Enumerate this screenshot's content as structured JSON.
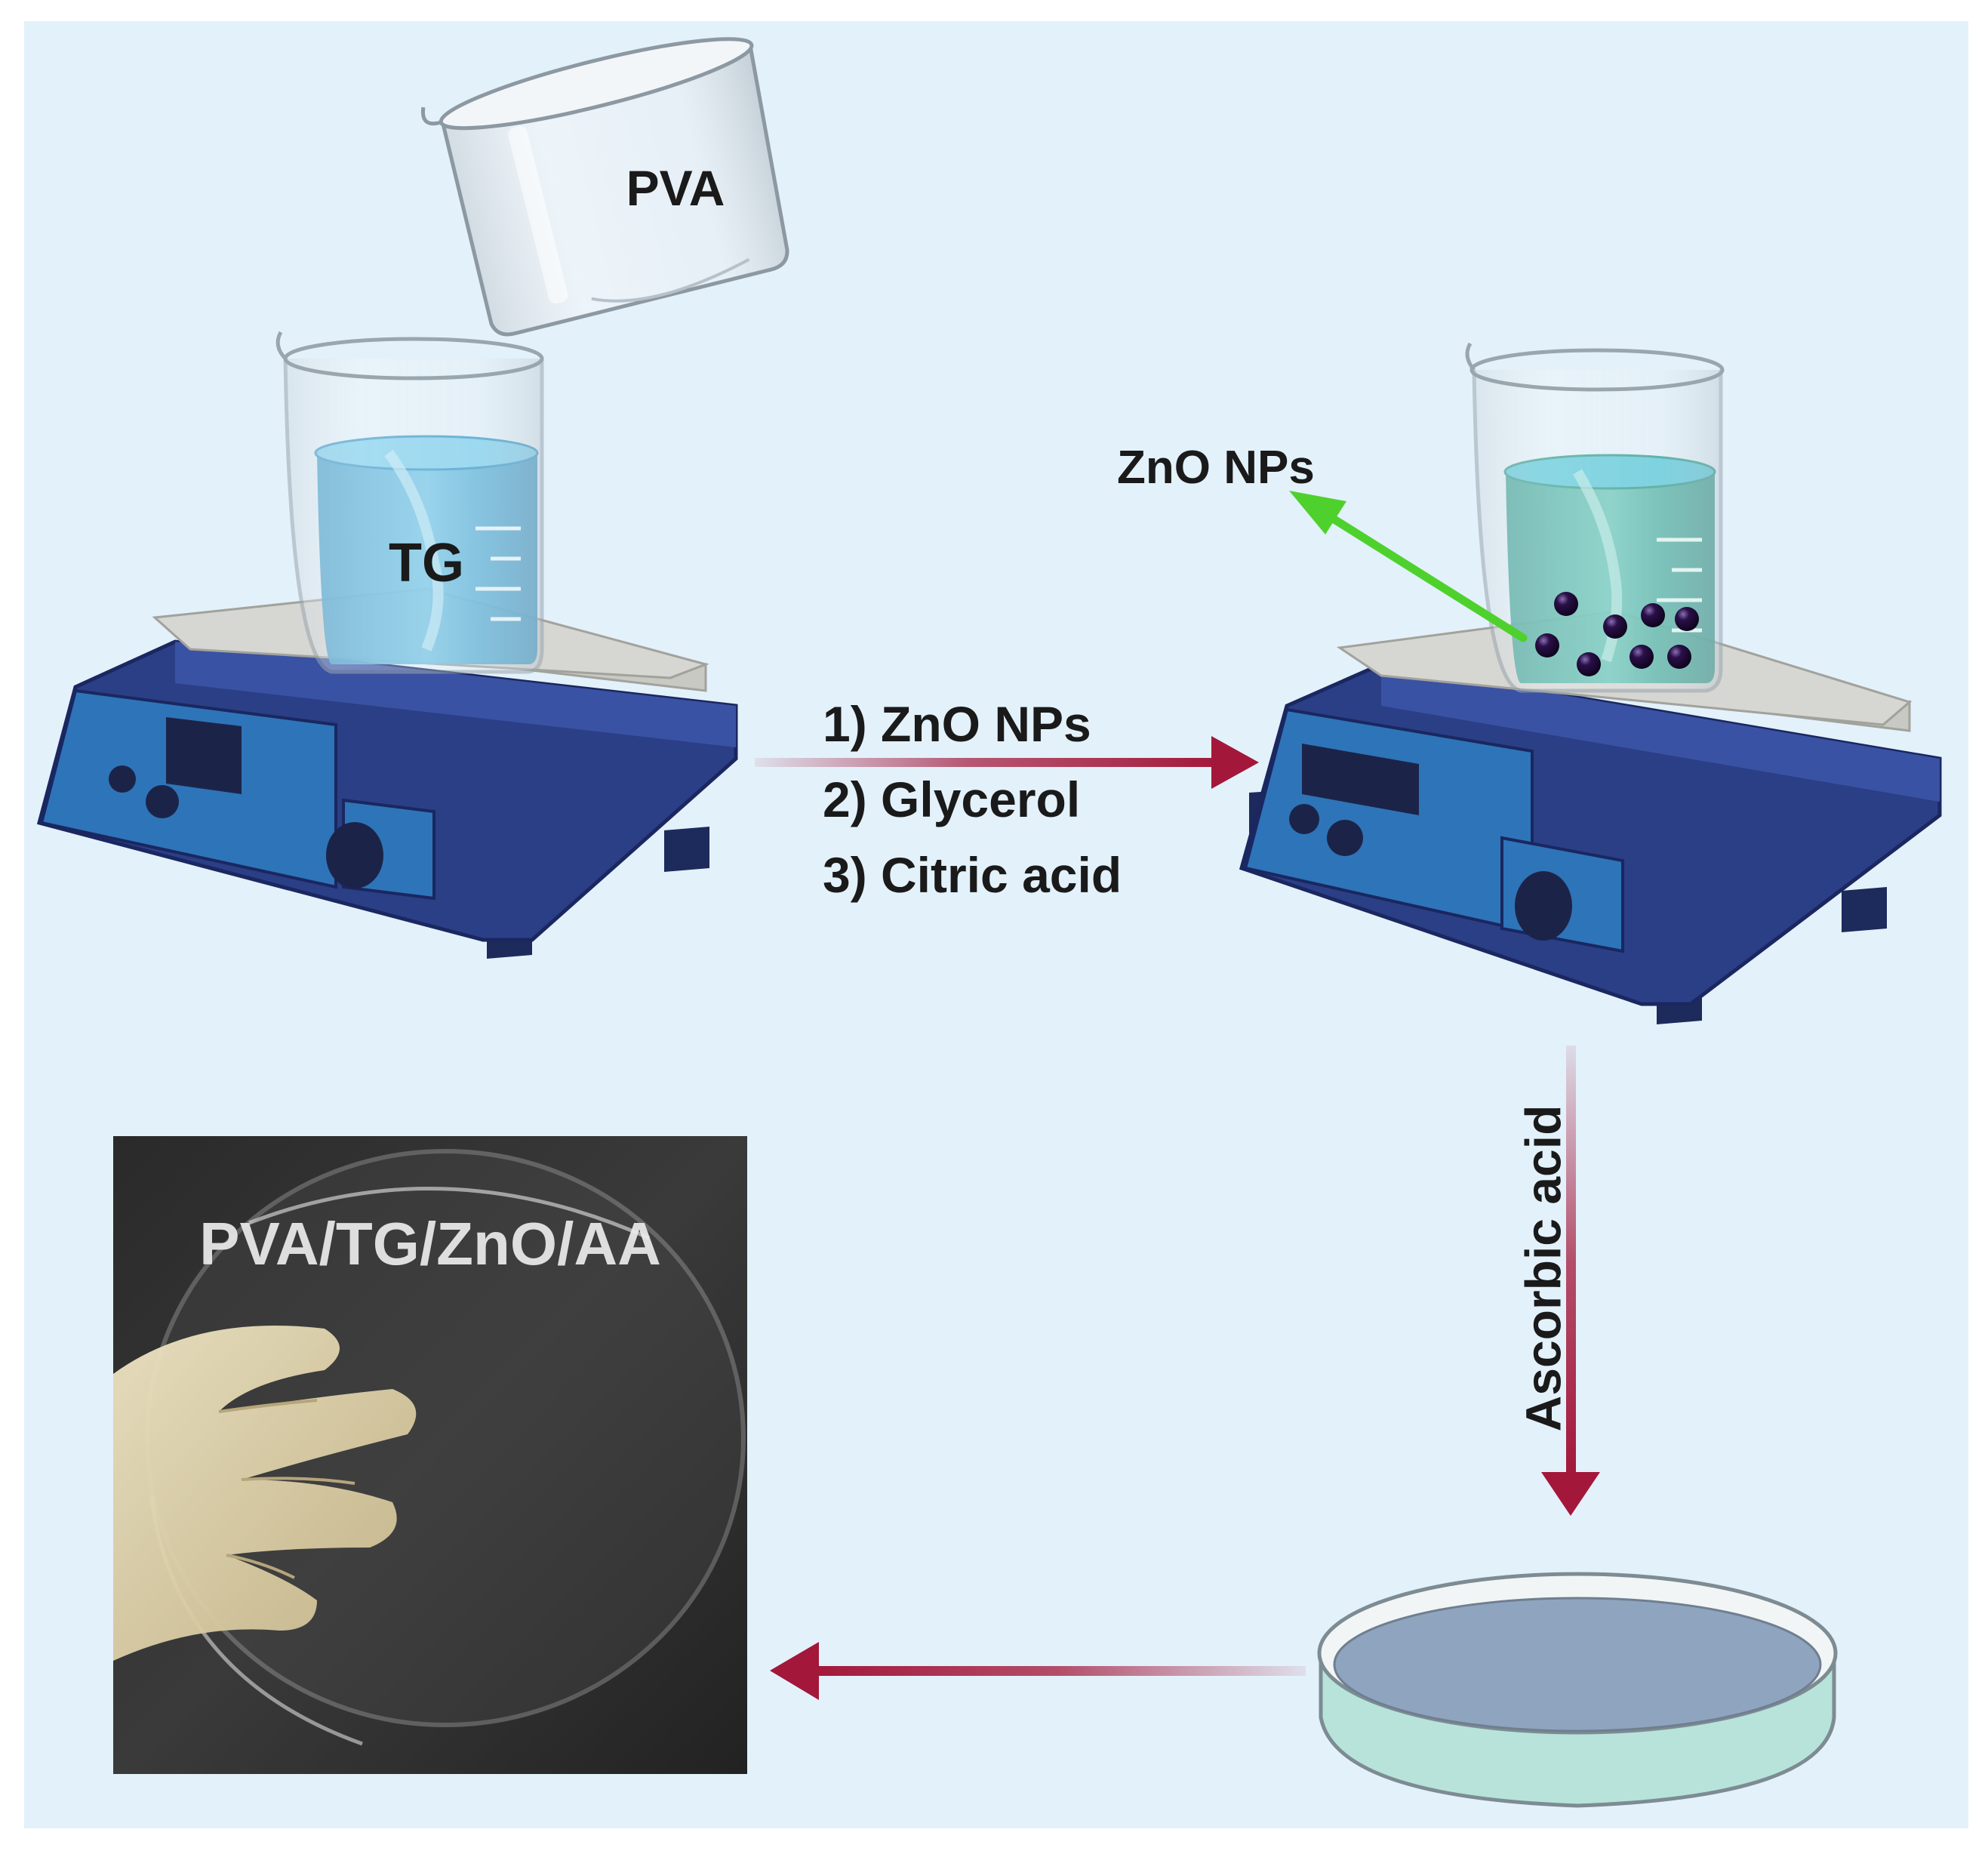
{
  "beaker_pva_label": "PVA",
  "beaker_tg_label": "TG",
  "zno_pointer_label": "ZnO NPs",
  "step_arrow": {
    "lines": [
      "1) ZnO NPs",
      "2) Glycerol",
      "3) Citric acid"
    ]
  },
  "down_arrow_label": "Ascorbic acid",
  "photo_label": "PVA/TG/ZnO/AA",
  "colors": {
    "background": "#e3f1fa",
    "process_arrow": "#a3173a",
    "pointer_arrow": "#4ed12d",
    "stirrer_body": "#2b3f86",
    "stirrer_panel": "#2e74b8",
    "stirrer_plate": "#d6d6d2",
    "tg_liquid": "#4fb0d9",
    "mixed_liquid": "#3fae9e",
    "nanoparticle": "#1b0a33",
    "dish_liquid": "#8fa4bf"
  }
}
